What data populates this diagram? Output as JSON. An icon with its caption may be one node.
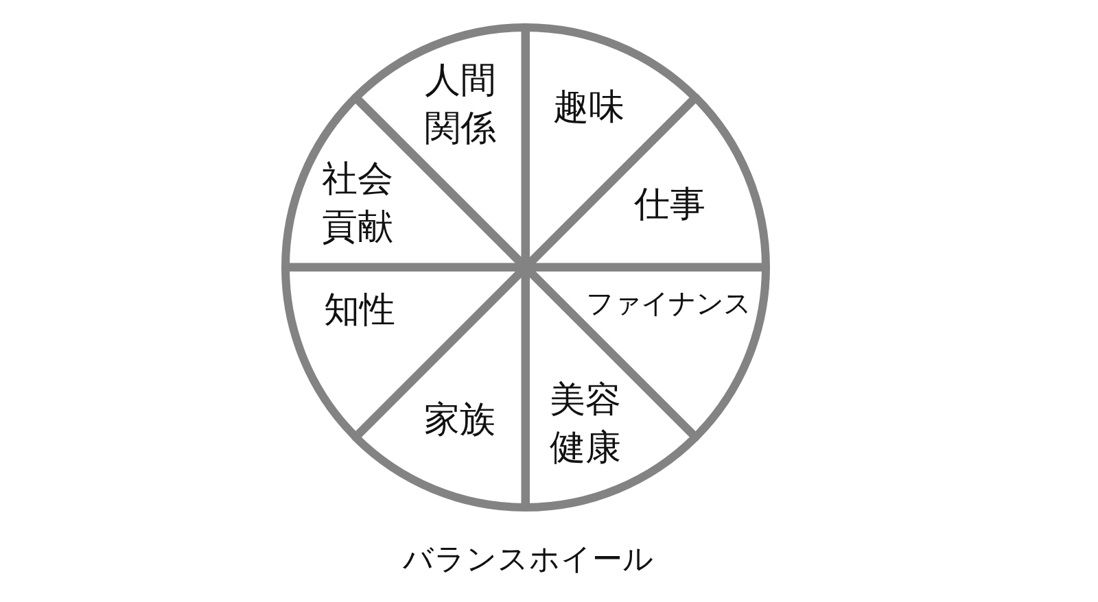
{
  "diagram": {
    "caption": "バランスホイール",
    "nodes": [
      {
        "text": [
          "人間関係"
        ]
      },
      {
        "text": [
          "趣味"
        ]
      },
      {
        "text": [
          "社会貢献"
        ]
      },
      {
        "text": [
          "仕事"
        ]
      },
      {
        "text": [
          "知性"
        ]
      },
      {
        "text": [
          "ファイナンス"
        ]
      },
      {
        "text": [
          "美容健康"
        ]
      },
      {
        "text": [
          "家族"
        ]
      }
    ]
  }
}
